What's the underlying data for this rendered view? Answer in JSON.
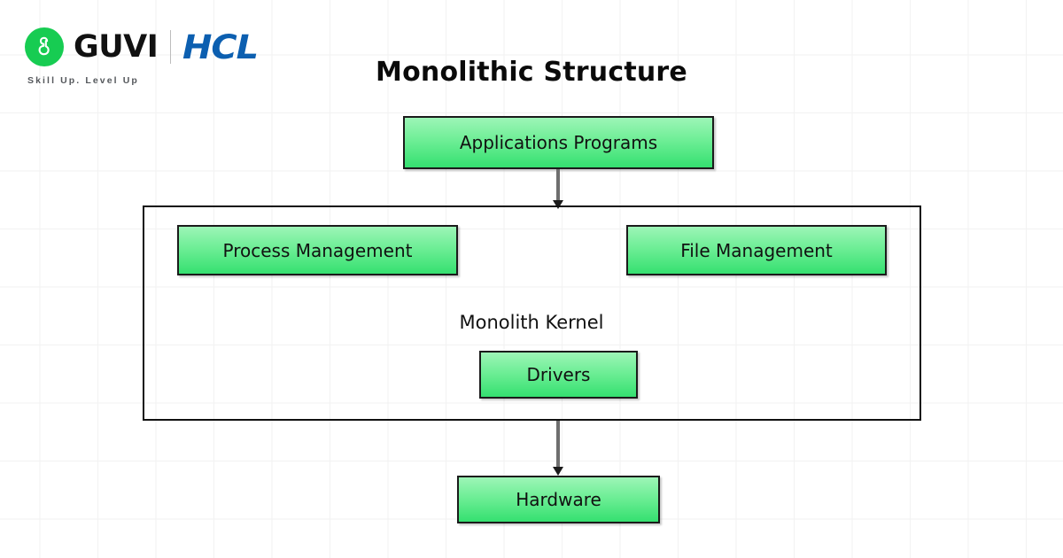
{
  "brand": {
    "logo_icon": "guvi-g-mark-icon",
    "guvi_word": "GUVI",
    "hcl_word": "HCL",
    "tagline": "Skill Up. Level Up",
    "colors": {
      "guvi_green": "#17cc52",
      "hcl_blue": "#0c5fb0",
      "divider": "#bdbdbd"
    }
  },
  "diagram": {
    "title": "Monolithic Structure",
    "kernel_label": "Monolith Kernel",
    "nodes": [
      {
        "id": "applications",
        "label": "Applications Programs"
      },
      {
        "id": "process",
        "label": "Process Management"
      },
      {
        "id": "file",
        "label": "File Management"
      },
      {
        "id": "drivers",
        "label": "Drivers"
      },
      {
        "id": "hardware",
        "label": "Hardware"
      }
    ],
    "arrows": [
      {
        "id": "apps-to-kernel",
        "from": "applications",
        "to": "kernel-container",
        "direction": "down"
      },
      {
        "id": "kernel-to-hardware",
        "from": "kernel-container",
        "to": "hardware",
        "direction": "down"
      }
    ],
    "colors": {
      "node_fill_top": "#9df5b7",
      "node_fill_bottom": "#35e070",
      "node_border": "#1b1b1b",
      "container_border": "#111111",
      "arrow_line": "#6e6e6e",
      "arrow_head": "#1b1b1b",
      "grid_line": "#f2f2f2",
      "background": "#ffffff",
      "title_text": "#0a0a0a"
    }
  }
}
